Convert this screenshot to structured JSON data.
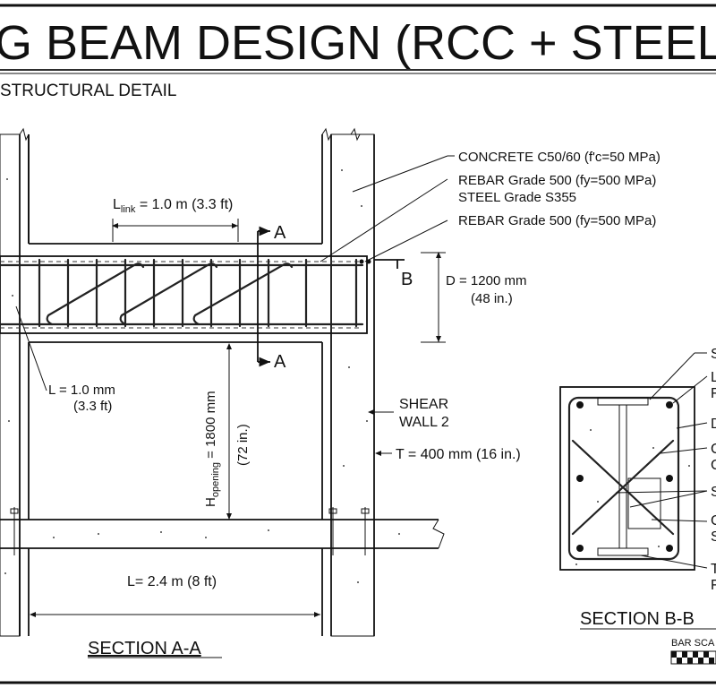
{
  "title": "G BEAM DESIGN (RCC + STEEL)",
  "subtitle": "STRUCTURAL DETAIL",
  "labels": {
    "concrete": "CONCRETE C50/60 (f'c=50 MPa)",
    "rebar_top": "REBAR Grade 500 (fy=500 MPa)",
    "steel": "STEEL Grade S355",
    "rebar_bottom": "REBAR Grade 500 (fy=500 MPa)",
    "link_length_pre": "L",
    "link_length_sub": "link",
    "link_length_post": " = 1.0 m (3.3 ft)",
    "section_mark_a": "A",
    "section_mark_b": "B",
    "depth_mm": "D = 1200 mm",
    "depth_in": "(48 in.)",
    "l1_mm": "L = 1.0 mm",
    "l1_ft": "(3.3 ft)",
    "opening_pre": "H",
    "opening_sub": "opening",
    "opening_post": " = 1800 mm",
    "opening_in": "(72 in.)",
    "shear_wall_1": "SHEAR",
    "shear_wall_2": "WALL 2",
    "thickness": "T = 400 mm (16 in.)",
    "span": "L= 2.4 m (8 ft)",
    "section_aa": "SECTION A-A",
    "section_bb": "SECTION B-B",
    "bar_scale": "BAR SCA",
    "bb_callouts": [
      "S",
      "L",
      "F",
      "D",
      "C",
      "C",
      "S",
      "C",
      "S",
      "T",
      "F"
    ]
  },
  "colors": {
    "ink": "#111111",
    "background": "#ffffff",
    "hatch": "#555555"
  }
}
